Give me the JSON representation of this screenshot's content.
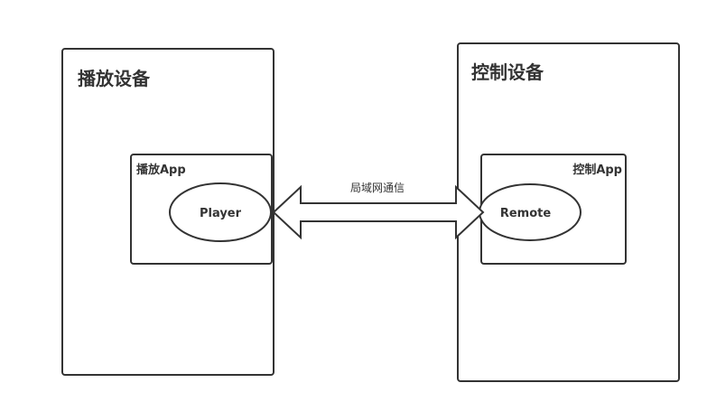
{
  "player_device": {
    "title": "播放设备",
    "app_label": "播放App",
    "node_label": "Player"
  },
  "control_device": {
    "title": "控制设备",
    "app_label": "控制App",
    "node_label": "Remote"
  },
  "connection": {
    "label": "局域网通信"
  }
}
